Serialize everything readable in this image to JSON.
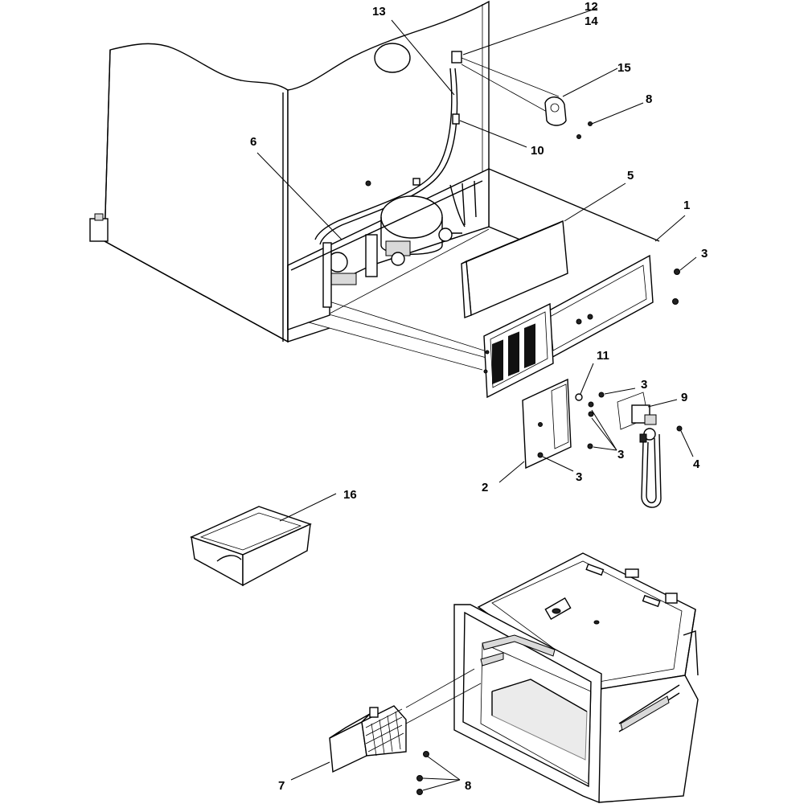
{
  "callouts": [
    {
      "id": "c1",
      "label": "1"
    },
    {
      "id": "c2",
      "label": "2"
    },
    {
      "id": "c3a",
      "label": "3"
    },
    {
      "id": "c3b",
      "label": "3"
    },
    {
      "id": "c3c",
      "label": "3"
    },
    {
      "id": "c3d",
      "label": "3"
    },
    {
      "id": "c4",
      "label": "4"
    },
    {
      "id": "c5",
      "label": "5"
    },
    {
      "id": "c6",
      "label": "6"
    },
    {
      "id": "c7",
      "label": "7"
    },
    {
      "id": "c8a",
      "label": "8"
    },
    {
      "id": "c8b",
      "label": "8"
    },
    {
      "id": "c9",
      "label": "9"
    },
    {
      "id": "c10",
      "label": "10"
    },
    {
      "id": "c11",
      "label": "11"
    },
    {
      "id": "c12",
      "label": "12"
    },
    {
      "id": "c13",
      "label": "13"
    },
    {
      "id": "c14",
      "label": "14"
    },
    {
      "id": "c15",
      "label": "15"
    },
    {
      "id": "c16",
      "label": "16"
    }
  ]
}
